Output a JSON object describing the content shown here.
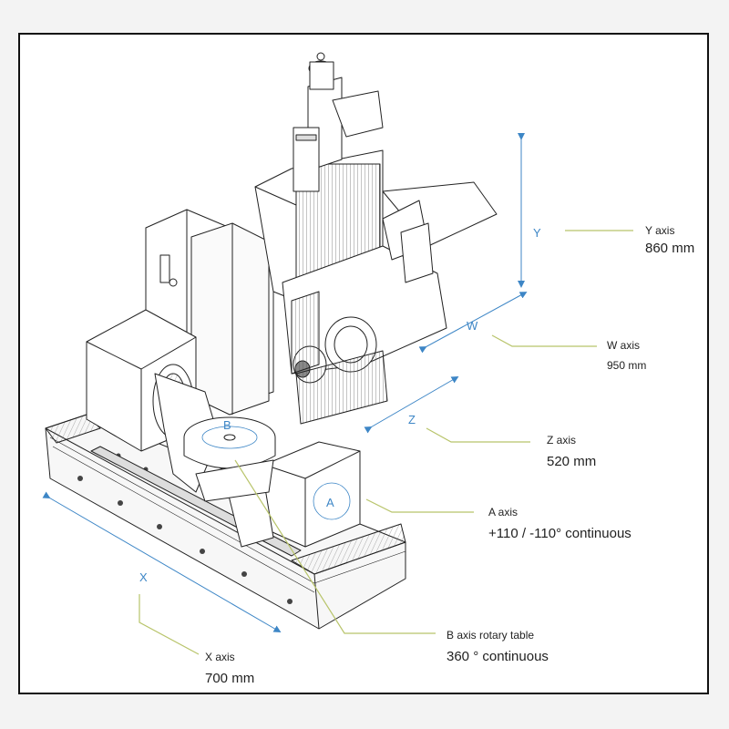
{
  "axis_letters": {
    "y": "Y",
    "w": "W",
    "z": "Z",
    "x": "X",
    "a": "A",
    "b": "B"
  },
  "labels": {
    "y_axis": {
      "title": "Y axis",
      "value": "860 mm"
    },
    "w_axis": {
      "title": "W axis",
      "value": "950 mm"
    },
    "z_axis": {
      "title": "Z axis",
      "value": "520 mm"
    },
    "a_axis": {
      "title": "A axis",
      "value": "+110 / -110° continuous"
    },
    "b_axis": {
      "title": "B axis rotary table",
      "value": "360 ° continuous"
    },
    "x_axis": {
      "title": "X axis",
      "value": "700 mm"
    }
  },
  "colors": {
    "axis_arrow": "#3d86c6",
    "leader": "#b8c46a",
    "line": "#222222",
    "frame": "#111111"
  }
}
